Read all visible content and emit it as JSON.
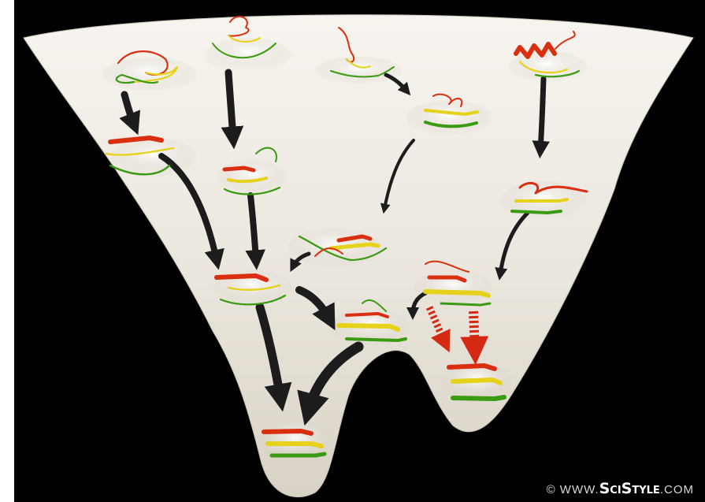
{
  "figure": {
    "background_color": "#000000",
    "surface_color": "#ece8e0",
    "arrow_color": "#1c1c1c",
    "highlight_arrow_color": "#d42a14",
    "protein_colors": {
      "n_terminal": "#d92f10",
      "middle": "#e6d21a",
      "c_terminal": "#3a9a12"
    }
  },
  "watermark": {
    "prefix": "© WWW.",
    "brand": "SciStyle",
    "suffix": ".COM"
  }
}
